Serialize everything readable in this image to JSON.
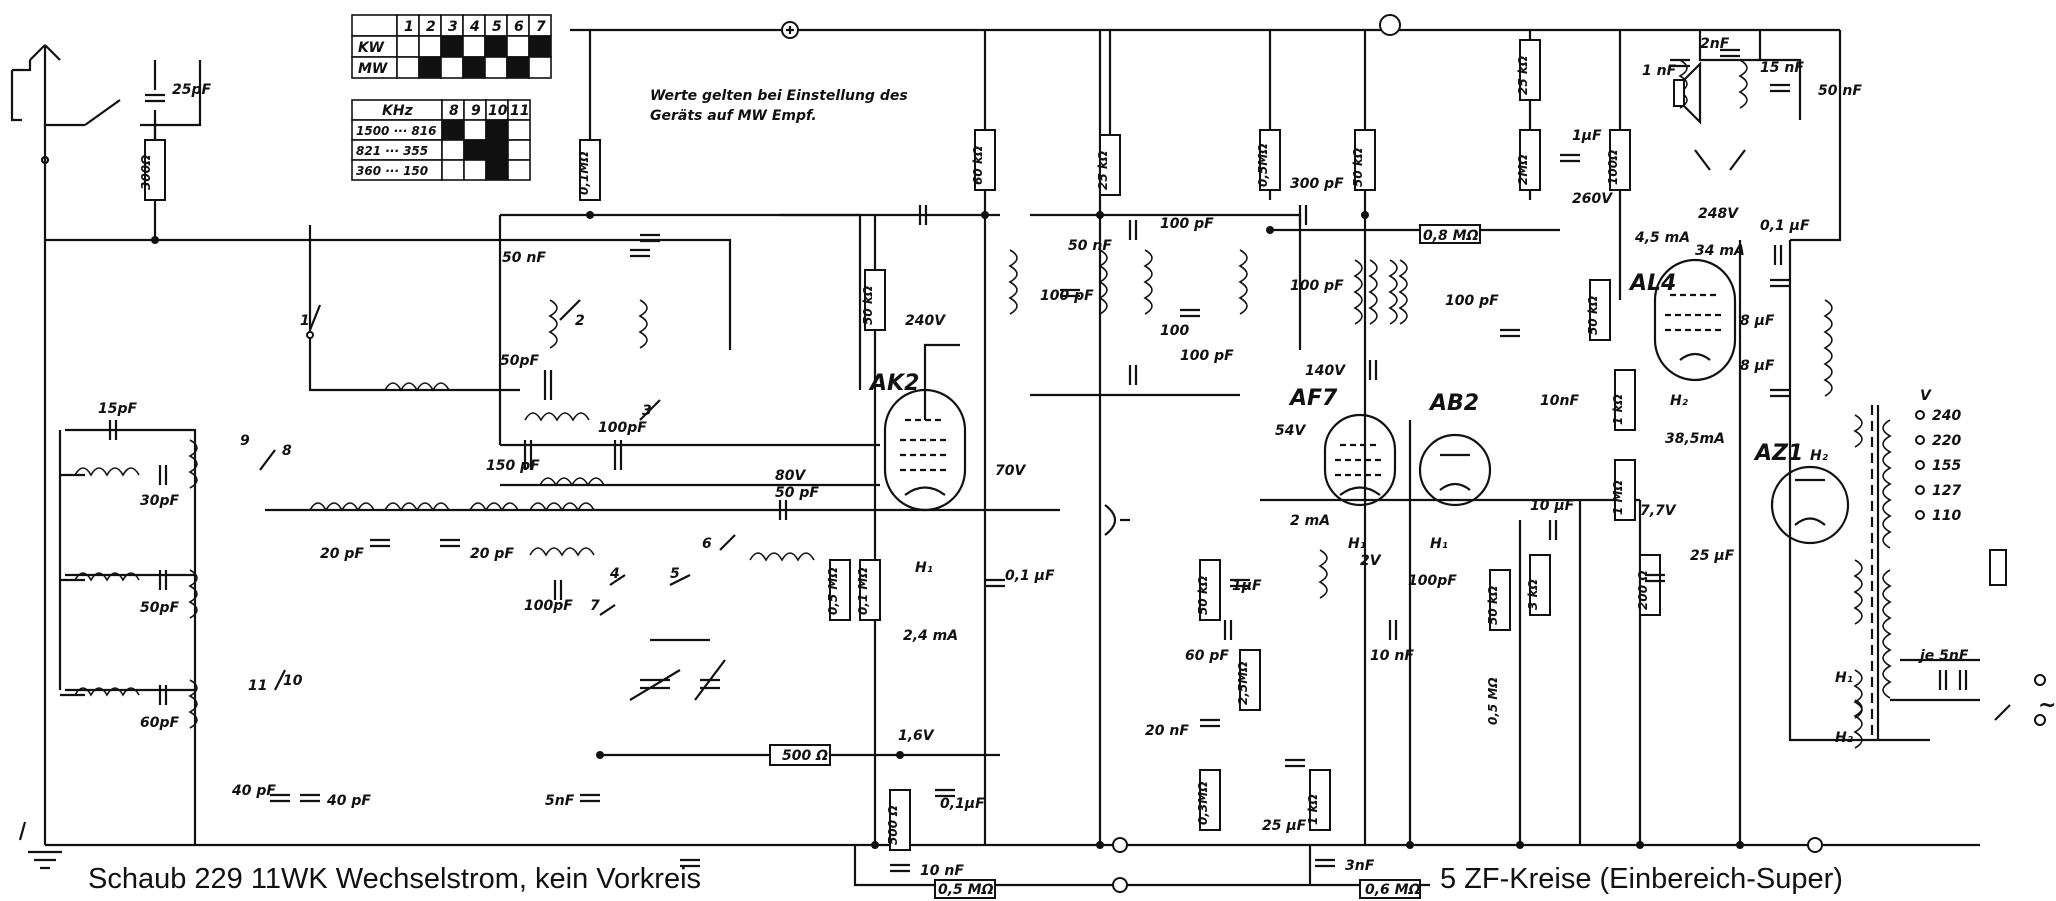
{
  "caption": {
    "left": "Schaub 229 11WK Wechselstrom, kein Vorkreis",
    "right": "5 ZF-Kreise (Einbereich-Super)"
  },
  "note": {
    "line1": "Werte gelten bei Einstellung des",
    "line2": "Geräts auf MW Empf."
  },
  "band_table": {
    "headers": [
      "1",
      "2",
      "3",
      "4",
      "5",
      "6",
      "7"
    ],
    "rows": [
      {
        "label": "KW",
        "cells": [
          0,
          0,
          1,
          0,
          1,
          0,
          1
        ]
      },
      {
        "label": "MW",
        "cells": [
          0,
          1,
          0,
          1,
          0,
          1,
          0
        ]
      }
    ]
  },
  "khz_table": {
    "headers": [
      "KHz",
      "8",
      "9",
      "10",
      "11"
    ],
    "rows": [
      {
        "label": "1500 ··· 816",
        "cells": [
          1,
          0,
          1,
          0
        ]
      },
      {
        "label": "821 ··· 355",
        "cells": [
          0,
          1,
          1,
          0
        ]
      },
      {
        "label": "360 ··· 150",
        "cells": [
          0,
          0,
          1,
          0
        ]
      }
    ]
  },
  "tubes": {
    "ak2": "AK2",
    "af7": "AF7",
    "ab2": "AB2",
    "al4": "AL4",
    "az1": "AZ1"
  },
  "mains_voltages": [
    "V",
    "240",
    "220",
    "155",
    "127",
    "110"
  ],
  "switch_numbers": [
    "1",
    "2",
    "3",
    "4",
    "5",
    "6",
    "7",
    "8",
    "9",
    "10",
    "11"
  ],
  "labels": {
    "c25pf": "25pF",
    "r300": "300Ω",
    "r01m": "0,1MΩ",
    "r60k": "60 kΩ",
    "r25k_a": "25 kΩ",
    "r05m_top": "0,5MΩ",
    "r50k_top": "50 kΩ",
    "c300pf": "300 pF",
    "r25k_b": "25 kΩ",
    "r2m": "2MΩ",
    "c1uf_top": "1µF",
    "r100": "100Ω",
    "c2nf": "2nF",
    "c1nf": "1 nF",
    "c15nf": "15 nF",
    "c50nf_r": "50 nF",
    "c50nf_a": "50 nF",
    "c50pf_a": "50pF",
    "c100pf_sw3": "100pF",
    "c150pf": "150 pF",
    "c15pf": "15pF",
    "c30pf": "30pF",
    "c50pf_b": "50pF",
    "c60pf": "60pF",
    "c20pf_a": "20 pF",
    "c20pf_b": "20 pF",
    "c100pf_b": "100pF",
    "c40pf_a": "40 pF",
    "c40pf_b": "40 pF",
    "c5nf": "5nF",
    "r500_h": "500 Ω",
    "r50k_ak": "50 kΩ",
    "v240": "240V",
    "v80": "80V",
    "v70": "70V",
    "c50pf_c": "50 pF",
    "r05m_ak": "0,5 MΩ",
    "r01m_ak": "0,1 MΩ",
    "i24": "2,4 mA",
    "c01uf": "0,1 µF",
    "v16": "1,6V",
    "r500_v": "500 Ω",
    "c01uf_b": "0,1µF",
    "c10nf_bot": "10 nF",
    "r05m_bot": "0,5 MΩ",
    "c50nf_if": "50 nF",
    "c100pf_if1": "100 pF",
    "c100pf_if2": "100 pF",
    "c100pf_if3": "100",
    "c100pf_if4": "100 pF",
    "r08m": "0,8 MΩ",
    "c100pf_af": "100 pF",
    "c100pf_af2": "100 pF",
    "v140": "140V",
    "v54": "54V",
    "i2ma": "2 mA",
    "v2": "2V",
    "r50k_af": "50 kΩ",
    "c1uf_af": "1µF",
    "c60pf_af": "60 pF",
    "r25m": "2,5MΩ",
    "c10nf_af": "10 nF",
    "c20nf": "20 nF",
    "r03m": "0,3MΩ",
    "c25uf": "25 µF",
    "r1k": "1 kΩ",
    "c3nf": "3nF",
    "r06m": "0,6 MΩ",
    "c100pf_ab": "100pF",
    "r50k_ab": "50 kΩ",
    "r05m_ab": "0,5 MΩ",
    "r3k": "3 kΩ",
    "c10nf_ab": "10nF",
    "c10uf": "10 µF",
    "v260": "260V",
    "v248": "248V",
    "i45": "4,5 mA",
    "i34": "34 mA",
    "r50k_al": "50 kΩ",
    "r1k_al": "1 kΩ",
    "r1m_al": "1 MΩ",
    "i385": "38,5mA",
    "v77": "7,7V",
    "r200": "200 Ω",
    "c25uf_b": "25 µF",
    "c01uf_az": "0,1 µF",
    "c8uf_a": "8 µF",
    "c8uf_b": "8 µF",
    "c5nf_mains": "je 5nF",
    "h1": "H₁",
    "h2": "H₂",
    "h1_b": "H₁",
    "h1_c": "H₁",
    "h2_b": "H₂",
    "h1_d": "H₁",
    "h2_c": "H₂",
    "tilde": "~"
  }
}
